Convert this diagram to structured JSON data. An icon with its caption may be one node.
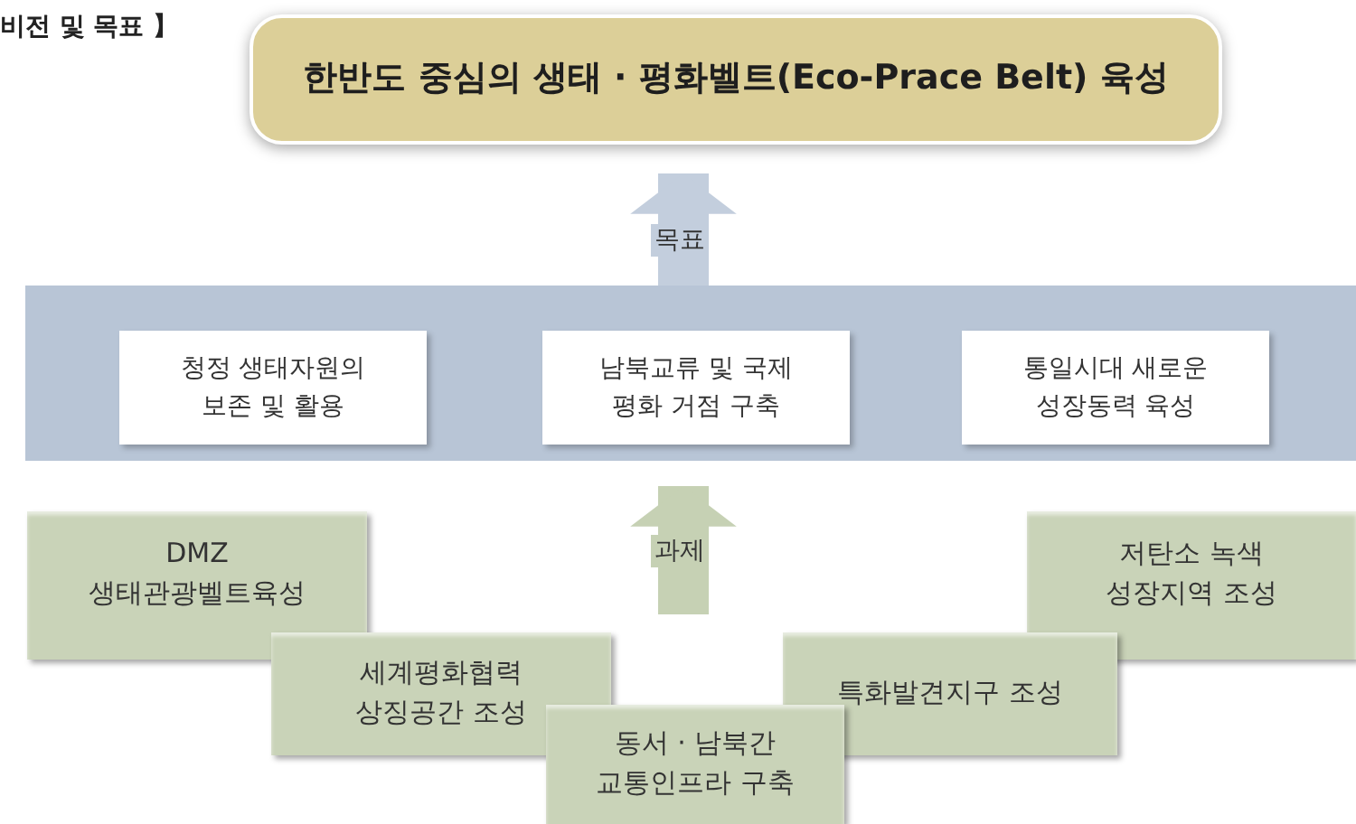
{
  "diagram": {
    "nodes": [
      {
        "text": [
          "한반도 중심의 생태 · 평화벨트(Eco-Prace Belt) 육성"
        ]
      },
      {
        "text": [],
        "shape": "box"
      },
      {
        "text": [
          "청정 생태자원의 보존 및 활용"
        ],
        "in": 1
      },
      {
        "text": [
          "남북교류 및 국제 평화 거점 구축"
        ],
        "in": 1
      },
      {
        "text": [
          "통일시대 새로운 성장동력 육성"
        ],
        "in": 1
      },
      {
        "text": [
          "DMZ 생태관광벨트육성"
        ]
      },
      {
        "text": [
          "저탄소 녹색 성장지역 조성"
        ]
      },
      {
        "text": [
          "세계평화협력 상징공간 조성"
        ]
      },
      {
        "text": [
          "특화발견지구 조성"
        ]
      },
      {
        "text": [
          "동서 · 남북간 교통인프라 구축"
        ]
      }
    ],
    "edges": [
      {
        "from": 1,
        "to": 0,
        "arrow": "to",
        "label": "목표"
      },
      {
        "from": null,
        "to": 1,
        "arrow": "to",
        "label": "과제"
      }
    ],
    "labels": [
      "비전 및 목표 】"
    ]
  }
}
